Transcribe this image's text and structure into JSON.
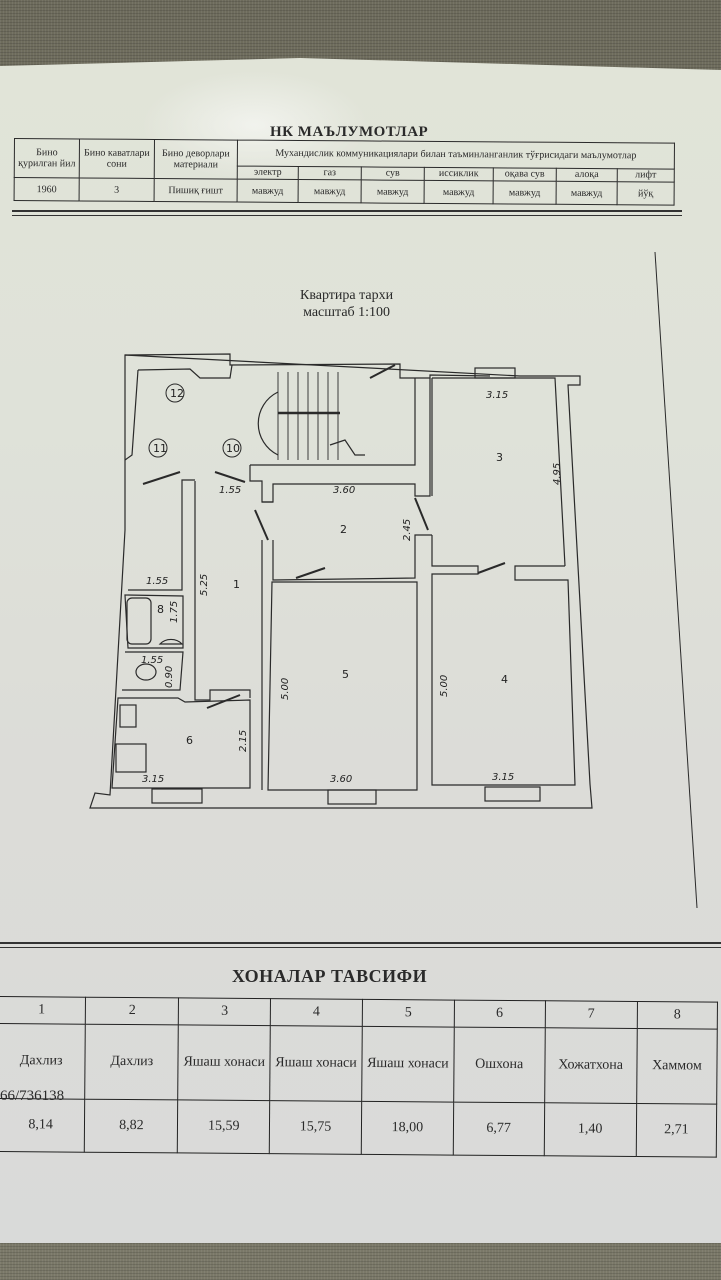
{
  "document": {
    "header_title_partial": "НК МАЪЛУМОТЛАР",
    "building_info": {
      "columns": [
        {
          "label": "Бино қурилган йил",
          "value": "1960"
        },
        {
          "label": "Бино каватлари сони",
          "value": "3"
        },
        {
          "label": "Бино деворлари материали",
          "value": "Пишиқ ғишт"
        }
      ],
      "utilities_header": "Мухандислик коммуникациялари билан таъминланганлик тўғрисидаги маълумотлар",
      "utilities": [
        {
          "name": "электр",
          "status": "мавжуд"
        },
        {
          "name": "газ",
          "status": "мавжуд"
        },
        {
          "name": "сув",
          "status": "мавжуд"
        },
        {
          "name": "иссиклик",
          "status": "мавжуд"
        },
        {
          "name": "оқава сув",
          "status": "мавжуд"
        },
        {
          "name": "алоқа",
          "status": "мавжуд"
        },
        {
          "name": "лифт",
          "status": "йўқ"
        }
      ]
    },
    "plan": {
      "title": "Квартира тархи",
      "scale": "масштаб 1:100",
      "room_labels": [
        "1",
        "2",
        "3",
        "4",
        "5",
        "6",
        "8"
      ],
      "common_labels": [
        "10",
        "11",
        "12"
      ],
      "dimensions": {
        "r3_width": "3.15",
        "r3_length": "4.95",
        "r2_width": "3.60",
        "r2_length": "2.45",
        "hall_width": "1.55",
        "r1_length": "5.25",
        "r8_width": "1.55",
        "r8_length": "1.75",
        "r7_width": "1.55",
        "r7_length": "0.90",
        "r6_width": "3.15",
        "r6_length": "2.15",
        "r5_width": "3.60",
        "r5_length": "5.00",
        "r4_width": "3.15",
        "r4_length": "5.00"
      }
    },
    "rooms_section": {
      "title": "ХОНАЛАР ТАВСИФИ",
      "rooms": [
        {
          "no": "1",
          "name": "Дахлиз",
          "area": "8,14"
        },
        {
          "no": "2",
          "name": "Дахлиз",
          "area": "8,82"
        },
        {
          "no": "3",
          "name": "Яшаш хонаси",
          "area": "15,59"
        },
        {
          "no": "4",
          "name": "Яшаш хонаси",
          "area": "15,75"
        },
        {
          "no": "5",
          "name": "Яшаш хонаси",
          "area": "18,00"
        },
        {
          "no": "6",
          "name": "Ошхона",
          "area": "6,77"
        },
        {
          "no": "7",
          "name": "Хожатхона",
          "area": "1,40"
        },
        {
          "no": "8",
          "name": "Хаммом",
          "area": "2,71"
        }
      ]
    },
    "doc_number_partial": "66/736138"
  }
}
